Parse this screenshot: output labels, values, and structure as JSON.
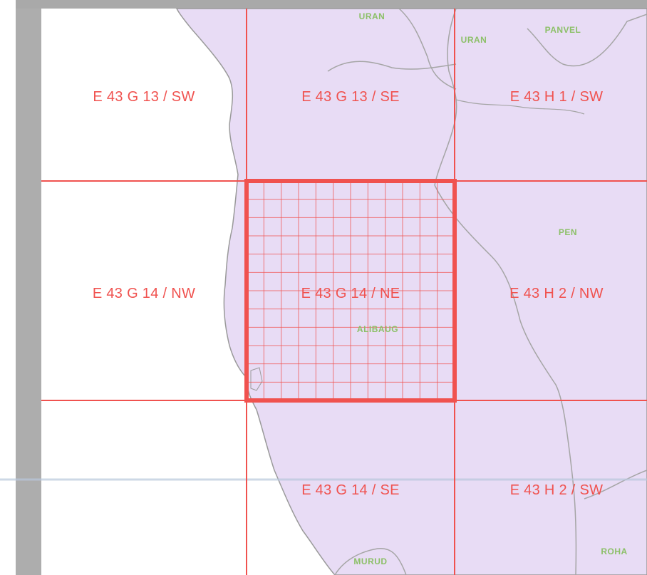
{
  "map": {
    "sheets": [
      {
        "id": "e43g13sw",
        "label": "E 43 G 13 / SW"
      },
      {
        "id": "e43g13se",
        "label": "E 43 G 13 / SE"
      },
      {
        "id": "e43h1sw",
        "label": "E 43 H 1 / SW"
      },
      {
        "id": "e43g14nw",
        "label": "E 43 G 14 / NW"
      },
      {
        "id": "e43g14ne",
        "label": "E 43 G 14 / NE"
      },
      {
        "id": "e43h2nw",
        "label": "E 43 H 2 / NW"
      },
      {
        "id": "e43g14se",
        "label": "E 43 G 14 / SE"
      },
      {
        "id": "e43h2sw",
        "label": "E 43 H 2 / SW"
      }
    ],
    "places": {
      "uran_top": "URAN",
      "uran": "URAN",
      "panvel": "PANVEL",
      "pen": "PEN",
      "alibaug": "ALIBAUG",
      "murud": "MURUD",
      "roha": "ROHA"
    },
    "selected_sheet": "E 43 G 14 / NE",
    "subgrid": {
      "rows": 12,
      "cols": 12
    },
    "colors": {
      "land": "#e8dcf5",
      "sea": "#ffffff",
      "grid": "#f0524f",
      "place_labels": "#8cc068",
      "frame": "#a9a9a9",
      "coastline": "#9a9a9a"
    }
  }
}
